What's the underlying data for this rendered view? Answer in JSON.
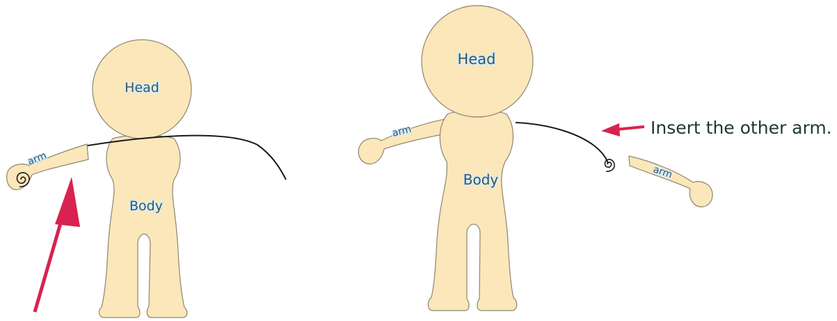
{
  "labels": {
    "head": "Head",
    "body": "Body",
    "arm": "arm",
    "instruction": "Insert the other arm."
  },
  "colors": {
    "doll_fill": "#fbe7b9",
    "outline": "#8c8570",
    "arrow": "#d8224f",
    "label_text": "#3b5560",
    "label_glow": "#cfeefe",
    "wire": "#1a1a1a"
  }
}
